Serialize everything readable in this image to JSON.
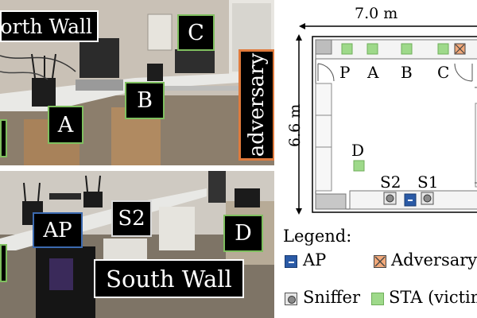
{
  "photos": {
    "north_wall_label": "North Wall",
    "south_wall_label": "South Wall",
    "adversary_label": "adversary",
    "station_labels": {
      "a": "A",
      "b": "B",
      "c": "C",
      "d": "D"
    },
    "ap_label": "AP",
    "sniffer_label": "S2"
  },
  "floor_plan": {
    "width": "7.0 m",
    "height": "6.6 m",
    "north_labels": [
      "P",
      "A",
      "B",
      "C"
    ],
    "station_d": "D",
    "sniffer_labels": [
      "S2",
      "S1"
    ]
  },
  "legend": {
    "title": "Legend:",
    "ap": "AP",
    "adversary": "Adversary",
    "sniffer": "Sniffer",
    "sta": "STA (victim)"
  },
  "colors": {
    "sta_green": "#9ed98a",
    "ap_blue": "#2a5aa6",
    "adversary_orange": "#f2a97a",
    "sniffer_gray": "#e6e6e6"
  }
}
